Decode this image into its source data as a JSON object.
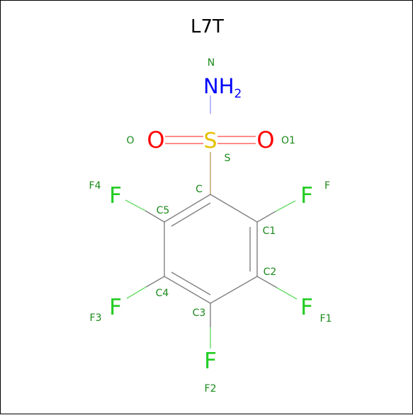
{
  "title": "L7T",
  "colors": {
    "nitrogen": "#0000ff",
    "oxygen": "#ff0000",
    "sulfur": "#e6c000",
    "fluorine": "#22cc22",
    "carbon_bond": "#808080",
    "atom_label": "#1a8a1a",
    "frame": "#000000"
  },
  "atoms": {
    "n": {
      "symbol": "NH",
      "subscript": "2",
      "label": "N"
    },
    "s": {
      "symbol": "S",
      "label": "S"
    },
    "o": {
      "symbol": "O",
      "label": "O"
    },
    "o1": {
      "symbol": "O",
      "label": "O1"
    },
    "c": {
      "label": "C"
    },
    "c1": {
      "label": "C1"
    },
    "c2": {
      "label": "C2"
    },
    "c3": {
      "label": "C3"
    },
    "c4": {
      "label": "C4"
    },
    "c5": {
      "label": "C5"
    },
    "f": {
      "symbol": "F",
      "label": "F"
    },
    "f1": {
      "symbol": "F",
      "label": "F1"
    },
    "f2": {
      "symbol": "F",
      "label": "F2"
    },
    "f3": {
      "symbol": "F",
      "label": "F3"
    },
    "f4": {
      "symbol": "F",
      "label": "F4"
    }
  }
}
